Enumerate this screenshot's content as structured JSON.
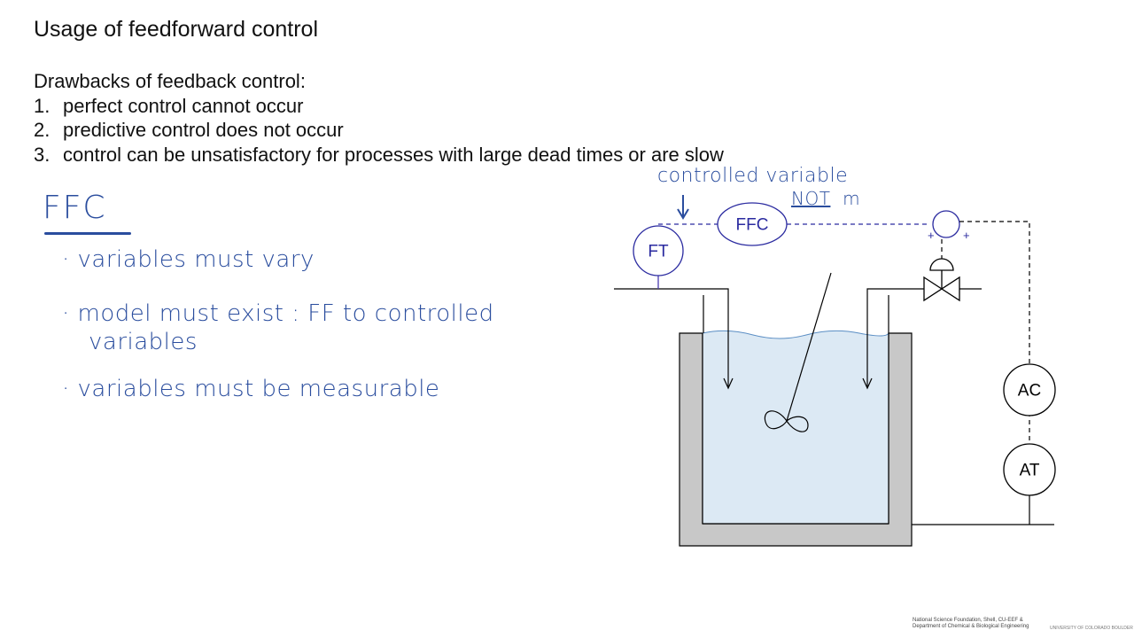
{
  "slide": {
    "title": "Usage of feedforward control",
    "drawbacks_heading": "Drawbacks of feedback control:",
    "drawbacks": [
      {
        "num": "1.",
        "text": "perfect control cannot occur"
      },
      {
        "num": "2.",
        "text": "predictive control does not occur"
      },
      {
        "num": "3.",
        "text": "control can be unsatisfactory for processes with large dead times or are slow"
      }
    ]
  },
  "notes": {
    "heading": "FFC",
    "bullets": [
      "variables must vary",
      "model must exist : FF to controlled",
      "variables",
      "variables must be measurable"
    ],
    "annotation_line1": "controlled variable",
    "annotation_not": "NOT",
    "annotation_m": "m"
  },
  "diagram": {
    "instruments": {
      "ft": "FT",
      "ffc": "FFC",
      "ac": "AC",
      "at": "AT"
    },
    "summer_plus_left": "+",
    "summer_plus_right": "+"
  },
  "footer": {
    "line1": "National Science Foundation, Shell, CU-EEF &",
    "line2": "Department of Chemical & Biological Engineering",
    "logo_text": "UNIVERSITY OF COLORADO BOULDER"
  },
  "colors": {
    "handwriting": "#2a4d9e",
    "liquid": "#dce9f4",
    "tank_wall": "#c8c8c8"
  }
}
